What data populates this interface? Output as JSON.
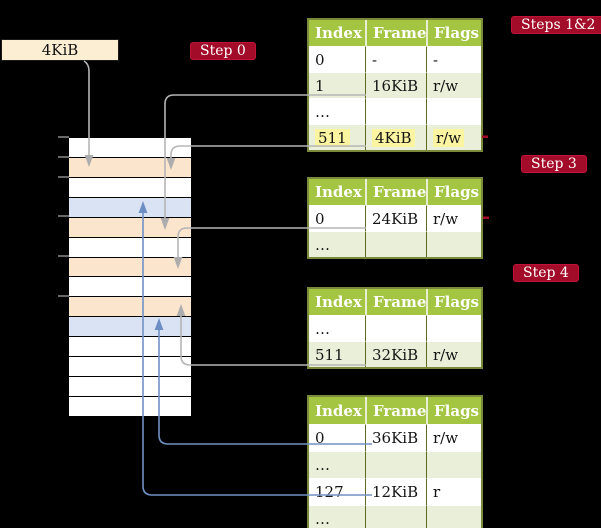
{
  "page_size_box": {
    "label": "4KiB"
  },
  "step_badges": {
    "step0": "Step 0",
    "steps12": "Steps 1&2",
    "step3": "Step 3",
    "step4": "Step 4"
  },
  "page_tables": [
    {
      "id": "table-1",
      "headers": [
        "Index",
        "Frame",
        "Flags"
      ],
      "rows": [
        [
          "0",
          "-",
          "-"
        ],
        [
          "1",
          "16KiB",
          "r/w"
        ],
        [
          "…",
          "",
          ""
        ],
        [
          "511",
          "4KiB",
          "r/w"
        ]
      ],
      "highlighted_row_index": "511"
    },
    {
      "id": "table-2",
      "headers": [
        "Index",
        "Frame",
        "Flags"
      ],
      "rows": [
        [
          "0",
          "24KiB",
          "r/w"
        ],
        [
          "…",
          "",
          ""
        ]
      ]
    },
    {
      "id": "table-3",
      "headers": [
        "Index",
        "Frame",
        "Flags"
      ],
      "rows": [
        [
          "…",
          "",
          ""
        ],
        [
          "511",
          "32KiB",
          "r/w"
        ]
      ]
    },
    {
      "id": "table-4",
      "headers": [
        "Index",
        "Frame",
        "Flags"
      ],
      "rows": [
        [
          "0",
          "36KiB",
          "r/w"
        ],
        [
          "…",
          "",
          ""
        ],
        [
          "127",
          "12KiB",
          "r"
        ],
        [
          "…",
          "",
          ""
        ]
      ]
    }
  ],
  "physical_memory": {
    "rows": [
      {
        "kind": "empty"
      },
      {
        "kind": "page-table"
      },
      {
        "kind": "empty"
      },
      {
        "kind": "mapped-page"
      },
      {
        "kind": "page-table"
      },
      {
        "kind": "empty"
      },
      {
        "kind": "page-table"
      },
      {
        "kind": "empty"
      },
      {
        "kind": "page-table"
      },
      {
        "kind": "mapped-page"
      },
      {
        "kind": "empty"
      },
      {
        "kind": "empty"
      },
      {
        "kind": "empty"
      },
      {
        "kind": "empty"
      }
    ],
    "tick_count": 6
  },
  "arrows": [
    {
      "name": "root-box-to-4kib-frame",
      "color": "gray"
    },
    {
      "name": "entry-1-to-16kib-frame",
      "color": "gray"
    },
    {
      "name": "entry-511-to-4kib-frame",
      "color": "gray"
    },
    {
      "name": "entry-0-to-24kib-frame",
      "color": "gray"
    },
    {
      "name": "entry-511-to-32kib-frame",
      "color": "gray"
    },
    {
      "name": "entry-0-to-36kib-frame",
      "color": "blue"
    },
    {
      "name": "entry-127-to-12kib-frame",
      "color": "blue"
    }
  ],
  "colors": {
    "background": "#000000",
    "empty_fill": "#ffffff",
    "page_table_fill": "#fce5cd",
    "mapped_page_fill": "#d9e3f4",
    "box_fill": "#fbeed3",
    "table_header": "#a4c542",
    "table_border": "#7b893b",
    "row_alt": "#e9efd9",
    "highlight": "#fbf4a1",
    "badge": "#a30c28",
    "gray_arrow": "#b5b5b5",
    "blue_arrow": "#7191c4"
  }
}
